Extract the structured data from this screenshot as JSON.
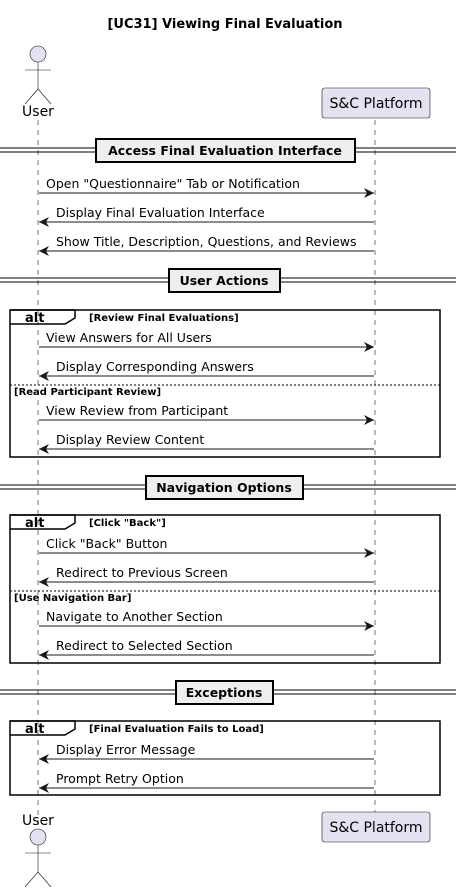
{
  "diagram": {
    "title": "[UC31] Viewing Final Evaluation",
    "participants": [
      {
        "name": "User",
        "kind": "actor"
      },
      {
        "name": "S&C Platform",
        "kind": "participant"
      }
    ],
    "dividers": [
      "Access Final Evaluation Interface",
      "User Actions",
      "Navigation Options",
      "Exceptions"
    ],
    "messages": [
      {
        "text": "Open \"Questionnaire\" Tab or Notification",
        "from": "User",
        "to": "S&C Platform"
      },
      {
        "text": "Display Final Evaluation Interface",
        "from": "S&C Platform",
        "to": "User"
      },
      {
        "text": "Show Title, Description, Questions, and Reviews",
        "from": "S&C Platform",
        "to": "User"
      },
      {
        "text": "View Answers for All Users",
        "from": "User",
        "to": "S&C Platform"
      },
      {
        "text": "Display Corresponding Answers",
        "from": "S&C Platform",
        "to": "User"
      },
      {
        "text": "View Review from Participant",
        "from": "User",
        "to": "S&C Platform"
      },
      {
        "text": "Display Review Content",
        "from": "S&C Platform",
        "to": "User"
      },
      {
        "text": "Click \"Back\" Button",
        "from": "User",
        "to": "S&C Platform"
      },
      {
        "text": "Redirect to Previous Screen",
        "from": "S&C Platform",
        "to": "User"
      },
      {
        "text": "Navigate to Another Section",
        "from": "User",
        "to": "S&C Platform"
      },
      {
        "text": "Redirect to Selected Section",
        "from": "S&C Platform",
        "to": "User"
      },
      {
        "text": "Display Error Message",
        "from": "S&C Platform",
        "to": "User"
      },
      {
        "text": "Prompt Retry Option",
        "from": "S&C Platform",
        "to": "User"
      }
    ],
    "alt_frames": [
      {
        "keyword": "alt",
        "conditions": [
          "[Review Final Evaluations]",
          "[Read Participant Review]"
        ]
      },
      {
        "keyword": "alt",
        "conditions": [
          "[Click \"Back\"]",
          "[Use Navigation Bar]"
        ]
      },
      {
        "keyword": "alt",
        "conditions": [
          "[Final Evaluation Fails to Load]"
        ]
      }
    ]
  }
}
